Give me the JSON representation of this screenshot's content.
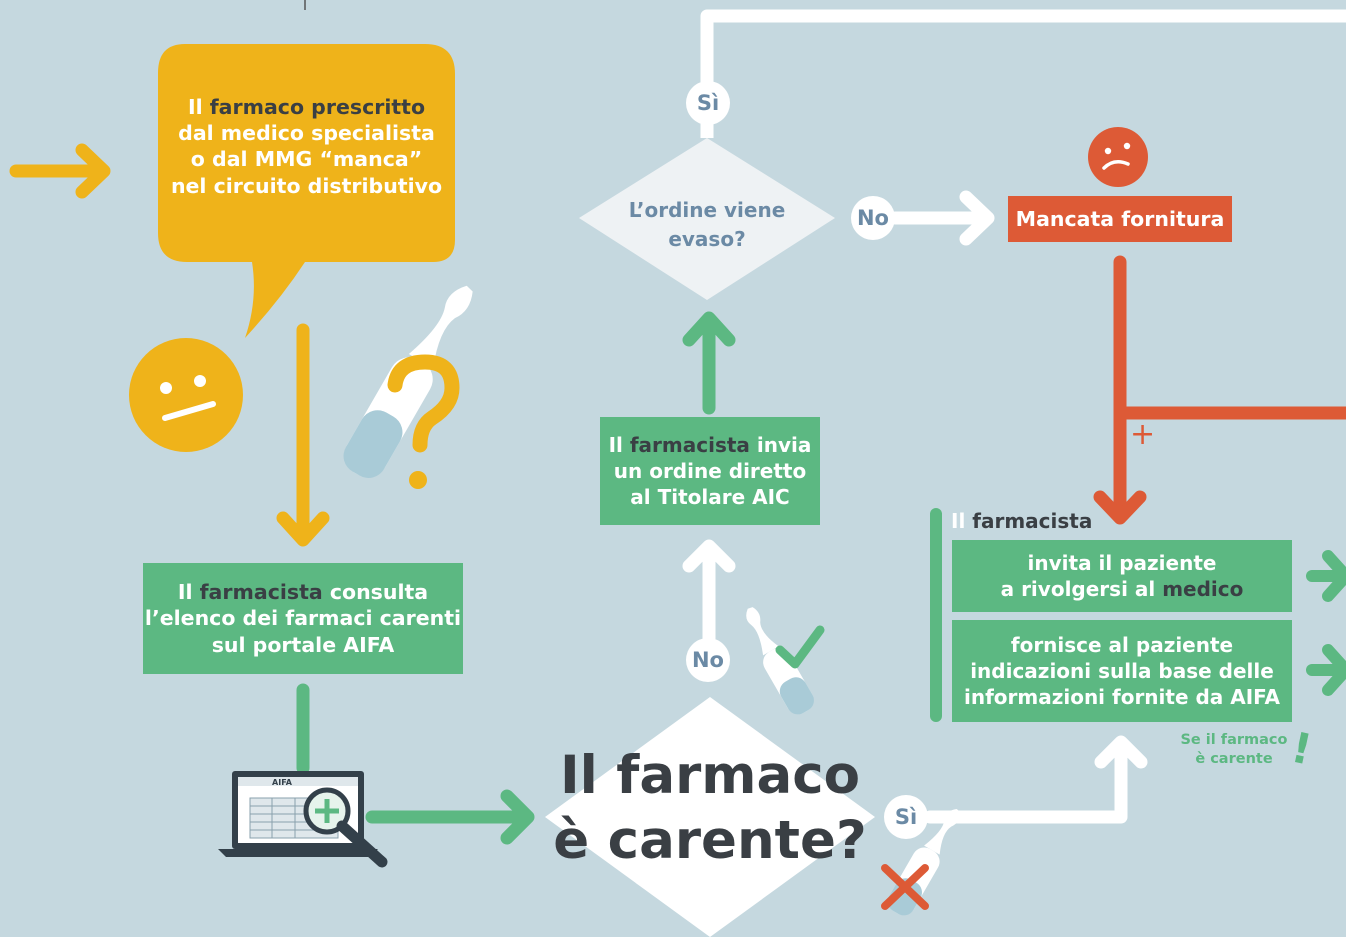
{
  "colors": {
    "background": "#c5d8df",
    "yellow": "#efb31a",
    "green": "#5cb882",
    "red": "#dd5a36",
    "white": "#ffffff",
    "dark_text": "#3a3f44",
    "label_blue": "#6b8aa5"
  },
  "bubble": {
    "line1_pre": "Il ",
    "line1_key": "farmaco prescritto",
    "line2": "dal medico specialista",
    "line3": "o dal MMG “manca”",
    "line4": "nel circuito distributivo"
  },
  "consult_box": {
    "line1_pre": "Il ",
    "line1_key": "farmacista",
    "line1_post": " consulta",
    "line2": "l’elenco dei farmaci carenti",
    "line3": "sul portale AIFA"
  },
  "portal_icon": {
    "logo_text": "AIFA",
    "icon": "laptop-magnifier-icon"
  },
  "main_question": {
    "line1": "Il farmaco",
    "line2": "è carente?"
  },
  "order_box": {
    "line1_pre": "Il ",
    "line1_key": "farmacista",
    "line1_post": " invia",
    "line2": "un ordine diretto",
    "line3": "al Titolare AIC"
  },
  "order_question": {
    "line1": "L’ordine viene",
    "line2": "evaso?"
  },
  "labels": {
    "yes": "Sì",
    "no": "No"
  },
  "missing_supply": {
    "label": "Mancata fornitura",
    "icon": "sad-face-icon"
  },
  "pharmacist": {
    "pre": "Il ",
    "key": "farmacista",
    "action1_line1": "invita il paziente",
    "action1_line2_pre": "a rivolgersi al ",
    "action1_line2_key": "medico",
    "action2_line1": "fornisce al paziente",
    "action2_line2": "indicazioni sulla base delle",
    "action2_line3": "informazioni fornite da AIFA"
  },
  "note": {
    "line1": "Se il farmaco",
    "line2": "è carente",
    "mark": "!"
  },
  "plus_mark": "+"
}
